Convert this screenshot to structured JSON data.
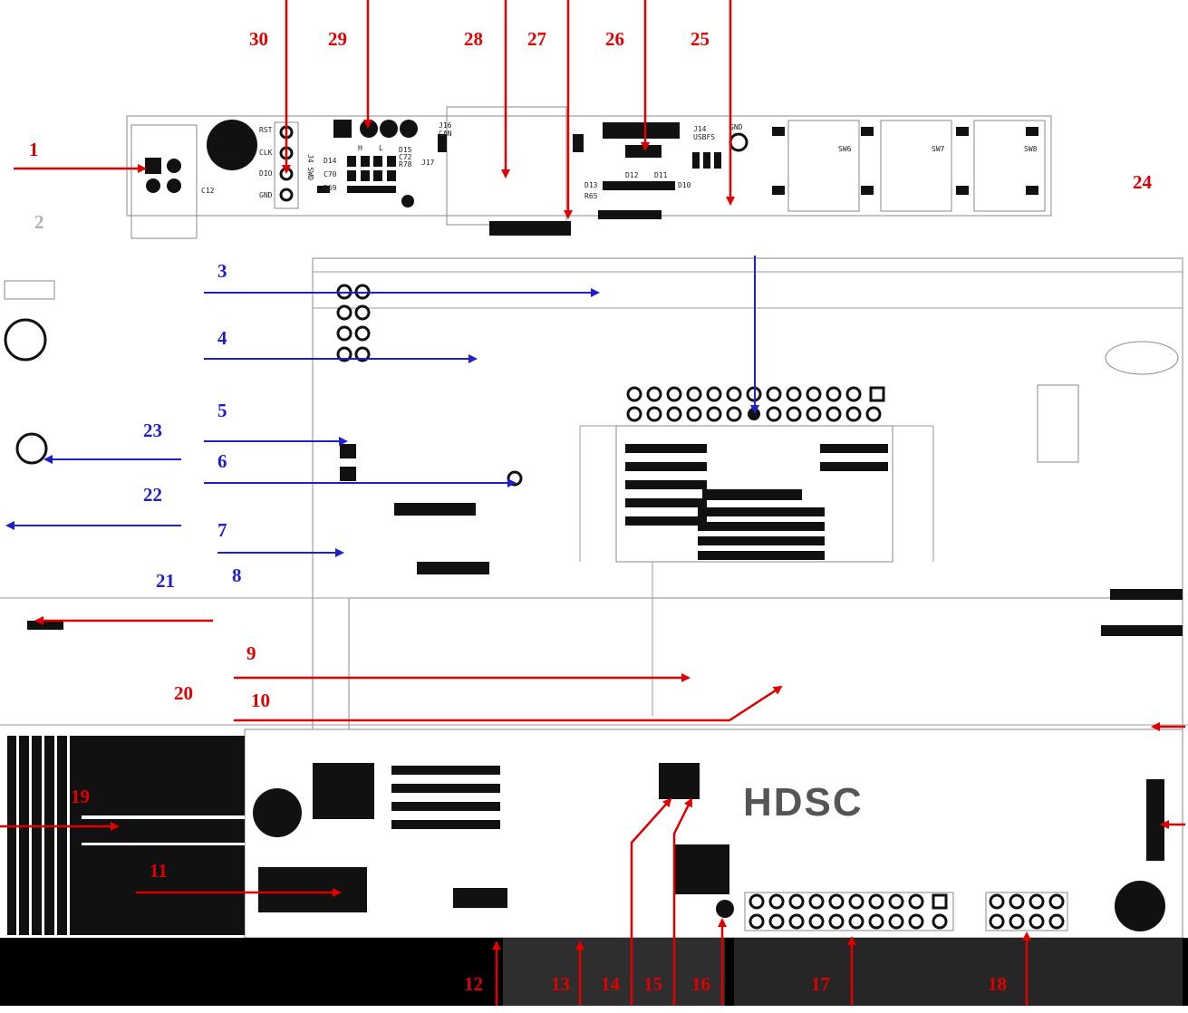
{
  "callouts": {
    "n1": "1",
    "n2": "2",
    "n3": "3",
    "n4": "4",
    "n5": "5",
    "n6": "6",
    "n7": "7",
    "n8": "8",
    "n9": "9",
    "n10": "10",
    "n11": "11",
    "n12": "12",
    "n13": "13",
    "n14": "14",
    "n15": "15",
    "n16": "16",
    "n17": "17",
    "n18": "18",
    "n19": "19",
    "n20": "20",
    "n21": "21",
    "n22": "22",
    "n23": "23",
    "n24": "24",
    "n25": "25",
    "n26": "26",
    "n27": "27",
    "n28": "28",
    "n29": "29",
    "n30": "30"
  },
  "silkscreen": {
    "rst": "RST",
    "clk": "CLK",
    "dio": "DIO",
    "gnd_swd": "GND",
    "swd": "J4 SWD",
    "j16": "J16",
    "can": "CAN",
    "h": "H",
    "l": "L",
    "d14": "D14",
    "d15": "D15",
    "c72": "C72",
    "r78": "R78",
    "j17": "J17",
    "c70": "C70",
    "r69": "R69",
    "c12": "C12",
    "j14": "J14",
    "usbfs": "USBFS",
    "gnd_usb": "GND",
    "d12": "D12",
    "d11": "D11",
    "d13": "D13",
    "r65": "R65",
    "d10": "D10",
    "sw6": "SW6",
    "sw7": "SW7",
    "sw8": "SW8"
  },
  "logo": "HDSC",
  "colors": {
    "callout_red": "#e00000",
    "callout_blue": "#2020c8",
    "pad": "#111111"
  }
}
